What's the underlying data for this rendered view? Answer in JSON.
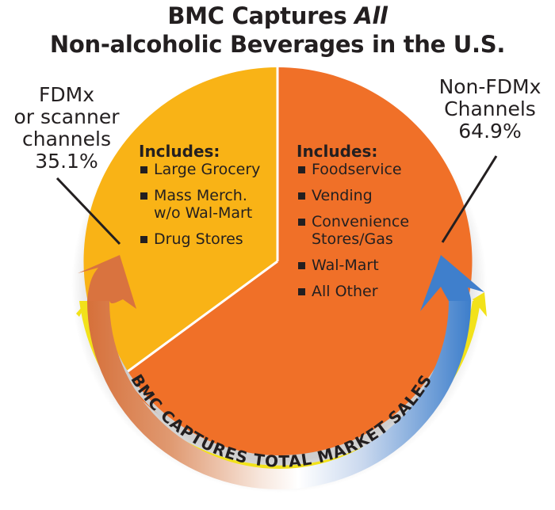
{
  "title": {
    "line1_prefix": "BMC Captures ",
    "line1_emphasis": "All",
    "line2": "Non-alcoholic Beverages in the U.S."
  },
  "segments": {
    "fdmx": {
      "label_line1": "FDMx",
      "label_line2": "or scanner",
      "label_line3": "channels",
      "percent": "35.1%",
      "color": "#F9B316",
      "includes_heading": "Includes:",
      "items": [
        "Large Grocery",
        "Mass Merch.",
        "w/o Wal-Mart",
        "Drug Stores"
      ]
    },
    "non_fdmx": {
      "label_line1": "Non-FDMx",
      "label_line2": "Channels",
      "percent": "64.9%",
      "color": "#F07028",
      "includes_heading": "Includes:",
      "items": [
        "Foodservice",
        "Vending",
        "Convenience",
        "Stores/Gas",
        "Wal-Mart",
        "All Other"
      ]
    }
  },
  "ring_text": "BMC CAPTURES TOTAL MARKET SALES",
  "colors": {
    "arrow_left": "#D9733F",
    "arrow_right": "#3F7FCC",
    "arrow_shadow": "#F2E21A",
    "text": "#231F20"
  },
  "chart_data": {
    "type": "pie",
    "title": "BMC Captures All Non-alcoholic Beverages in the U.S.",
    "categories": [
      "FDMx or scanner channels",
      "Non-FDMx Channels"
    ],
    "values": [
      35.1,
      64.9
    ],
    "units": "%",
    "colors": [
      "#F9B316",
      "#F07028"
    ],
    "annotations": [
      {
        "segment": "FDMx or scanner channels",
        "includes": [
          "Large Grocery",
          "Mass Merch. w/o Wal-Mart",
          "Drug Stores"
        ]
      },
      {
        "segment": "Non-FDMx Channels",
        "includes": [
          "Foodservice",
          "Vending",
          "Convenience Stores/Gas",
          "Wal-Mart",
          "All Other"
        ]
      }
    ],
    "ring_caption": "BMC CAPTURES TOTAL MARKET SALES",
    "legend": "none (direct labels)"
  }
}
